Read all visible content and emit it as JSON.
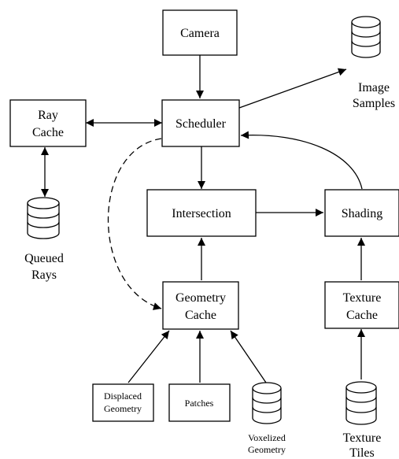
{
  "nodes": {
    "camera": "Camera",
    "scheduler": "Scheduler",
    "ray_cache": [
      "Ray",
      "Cache"
    ],
    "image_samples": [
      "Image",
      "Samples"
    ],
    "queued_rays": [
      "Queued",
      "Rays"
    ],
    "intersection": "Intersection",
    "shading": "Shading",
    "geometry_cache": [
      "Geometry",
      "Cache"
    ],
    "texture_cache": [
      "Texture",
      "Cache"
    ],
    "displaced_geometry": [
      "Displaced",
      "Geometry"
    ],
    "patches": "Patches",
    "voxelized_geometry": [
      "Voxelized",
      "Geometry"
    ],
    "texture_tiles": [
      "Texture",
      "Tiles"
    ]
  },
  "colors": {
    "stroke": "#000000",
    "fill": "#ffffff"
  }
}
